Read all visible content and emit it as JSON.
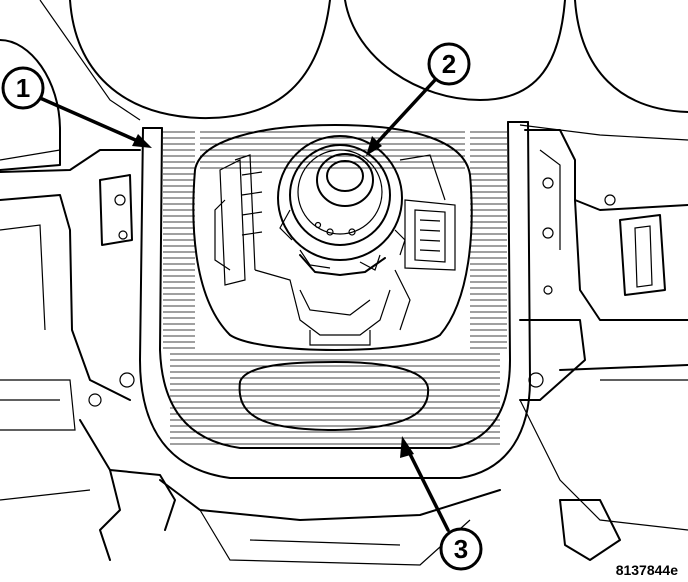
{
  "callouts": [
    {
      "id": "callout-1",
      "label": "1"
    },
    {
      "id": "callout-2",
      "label": "2"
    },
    {
      "id": "callout-3",
      "label": "3"
    }
  ],
  "figure_id": "8137844e"
}
